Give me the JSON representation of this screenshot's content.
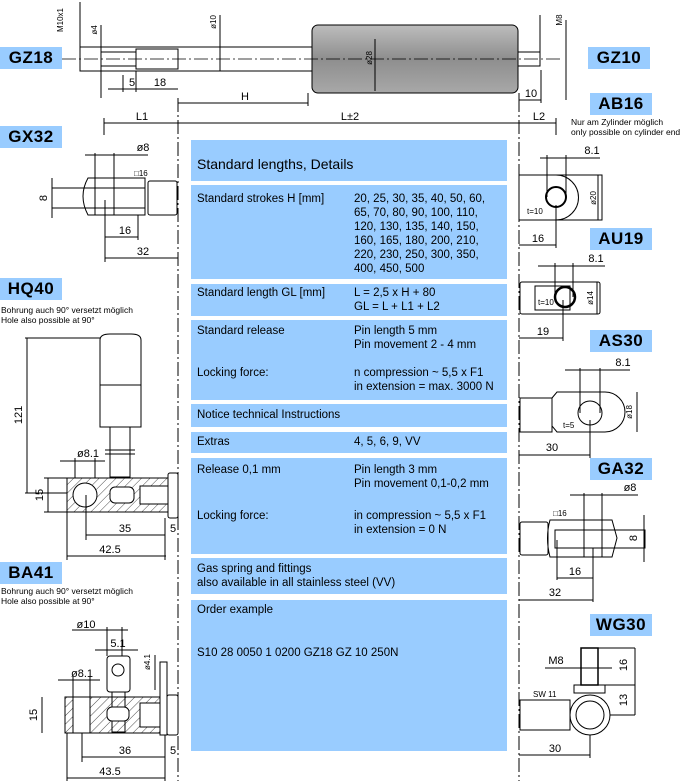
{
  "labels": {
    "gz18": "GZ18",
    "gz10": "GZ10",
    "ab16": "AB16",
    "gx32": "GX32",
    "hq40": "HQ40",
    "au19": "AU19",
    "as30": "AS30",
    "ba41": "BA41",
    "ga32": "GA32",
    "wg30": "WG30"
  },
  "notes": {
    "ab16_de": "Nur am  Zylinder möglich",
    "ab16_en": "only possible on cylinder end",
    "hq40_de": "Bohrung auch 90° versetzt möglich",
    "hq40_en": "Hole also possible at 90°",
    "ba41_de": "Bohrung auch 90° versetzt möglich",
    "ba41_en": "Hole also possible at 90°"
  },
  "dims": {
    "main": {
      "m10x1": "M10x1",
      "d4": "ø4",
      "d10": "ø10",
      "d28": "ø28",
      "m8": "M8",
      "five": "5",
      "eighteen": "18",
      "h": "H",
      "ten": "10",
      "l1": "L1",
      "l": "L±2",
      "l2": "L2"
    },
    "gx32": {
      "d8": "ø8",
      "sq16": "□16",
      "w8": "8",
      "l16": "16",
      "l32": "32"
    },
    "hq40": {
      "h121": "121",
      "h15": "15",
      "d81": "ø8.1",
      "l35": "35",
      "l5": "5",
      "l425": "42.5"
    },
    "ba41": {
      "d10": "ø10",
      "l51": "5.1",
      "d41": "ø4.1",
      "d81": "ø8.1",
      "h15": "15",
      "l36": "36",
      "l5": "5",
      "l435": "43.5"
    },
    "ab16": {
      "l81": "8.1",
      "d20": "ø20",
      "t": "t=10",
      "l16": "16"
    },
    "au19": {
      "l81": "8.1",
      "d14": "ø14",
      "t": "t=10",
      "l19": "19"
    },
    "as30": {
      "l81": "8.1",
      "d18": "ø18",
      "t": "t=5",
      "l30": "30"
    },
    "ga32": {
      "d8": "ø8",
      "sq16": "□16",
      "w8": "8",
      "l16": "16",
      "l32": "32"
    },
    "wg30": {
      "m8": "M8",
      "h16": "16",
      "h13": "13",
      "sw": "SW 11",
      "l30": "30"
    }
  },
  "table": {
    "title": "Standard lengths, Details",
    "strokes_label": "Standard strokes H [mm]",
    "strokes_value": "20, 25, 30, 35, 40, 50, 60,\n65, 70, 80, 90, 100, 110,\n120, 130, 135, 140, 150,\n160, 165, 180, 200, 210,\n220, 230, 250, 300, 350,\n400, 450, 500",
    "gl_label": "Standard length GL [mm]",
    "gl_value": "L = 2,5 x H + 80\nGL = L + L1 + L2",
    "release_label": "Standard release",
    "release_value": "Pin length 5 mm\nPin movement 2 - 4 mm",
    "locking1_label": "Locking force:",
    "locking1_value": "n compression ~ 5,5 x F1\nin extension = max. 3000 N",
    "notice": "Notice technical Instructions",
    "extras_label": "Extras",
    "extras_value": "4, 5, 6, 9, VV",
    "release01_label": "Release 0,1 mm",
    "release01_value": "Pin length 3 mm\nPin movement 0,1-0,2 mm",
    "locking2_label": "Locking force:",
    "locking2_value": "in compression ~ 5,5 x F1\nin extension = 0 N",
    "stainless": "Gas spring and fittings\nalso available in all stainless steel (VV)",
    "order_label": "Order example",
    "order_value": "S10 28 0050 1 0200 GZ18 GZ 10 250N"
  },
  "colors": {
    "accent": "#99ccff"
  }
}
